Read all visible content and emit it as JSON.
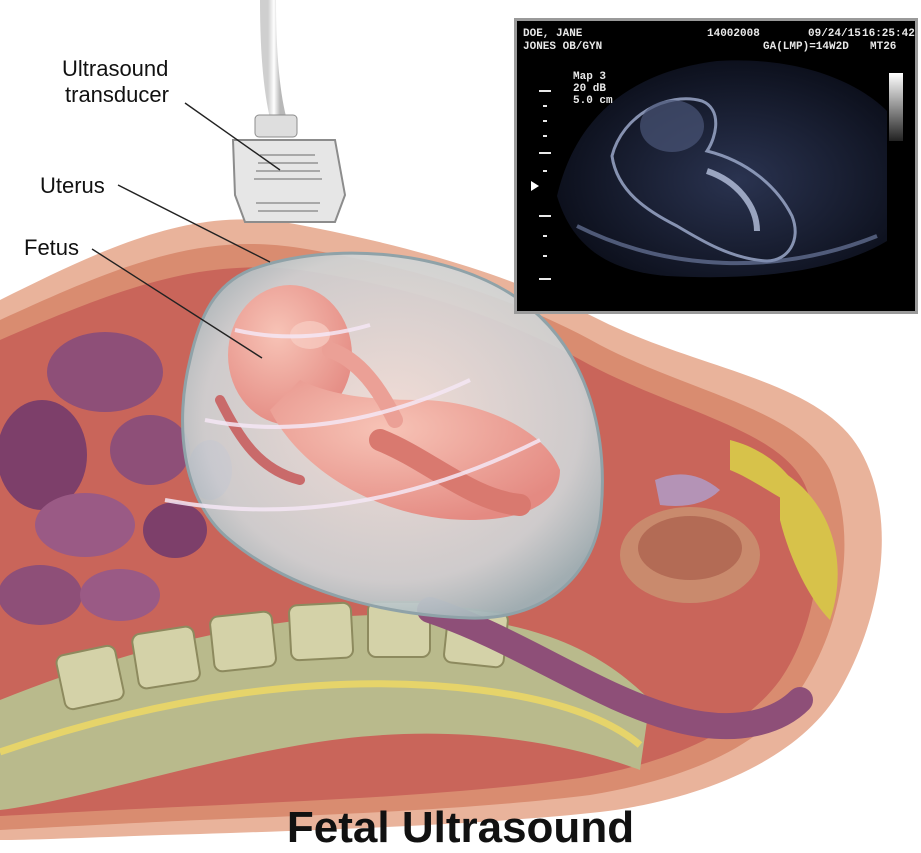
{
  "labels": {
    "transducer_line1": "Ultrasound",
    "transducer_line2": "transducer",
    "uterus": "Uterus",
    "fetus": "Fetus"
  },
  "title": "Fetal Ultrasound",
  "scan": {
    "patient_name": "DOE, JANE",
    "clinic": "JONES OB/GYN",
    "patient_id": "14002008",
    "date": "09/24/15",
    "time": "16:25:42",
    "gestational_age": "GA(LMP)=14W2D",
    "probe": "MT26",
    "map": "Map 3",
    "gain": "20 dB",
    "depth": "5.0 cm"
  },
  "colors": {
    "skin": "#e9b39b",
    "uterine_wall": "#c9655a",
    "fetus": "#f0a49a",
    "amniotic_sac": "#c9d3d6",
    "organ": "#8e4f78",
    "spine": "#b9ba8c",
    "scan_bg": "#000000"
  }
}
